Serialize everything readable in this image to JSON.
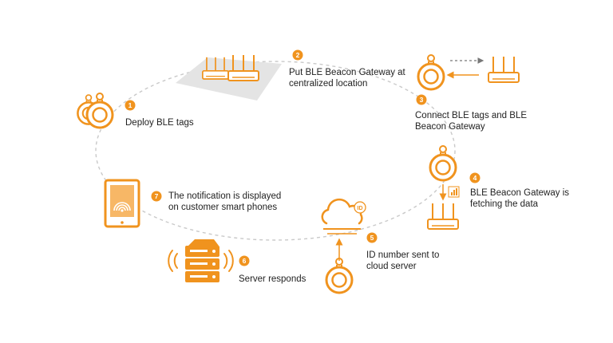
{
  "colors": {
    "accent": "#f0931e",
    "accent_light": "#f7b766",
    "ring": "#c9c9c9",
    "text": "#222222",
    "platform": "#e4e4e4",
    "arrow_dark": "#777777"
  },
  "steps": [
    {
      "number": "1",
      "lines": [
        "Deploy BLE tags"
      ]
    },
    {
      "number": "2",
      "lines": [
        "Put BLE Beacon Gateway at",
        "centralized location"
      ]
    },
    {
      "number": "3",
      "lines": [
        "Connect BLE tags and BLE",
        "Beacon Gateway"
      ]
    },
    {
      "number": "4",
      "lines": [
        "BLE Beacon Gateway is",
        "fetching the data"
      ]
    },
    {
      "number": "5",
      "lines": [
        "ID number sent to",
        "cloud server"
      ]
    },
    {
      "number": "6",
      "lines": [
        "Server responds"
      ]
    },
    {
      "number": "7",
      "lines": [
        "The notification is displayed",
        "on customer smart phones"
      ]
    }
  ],
  "icons": {
    "cloud_badge": "ID"
  }
}
